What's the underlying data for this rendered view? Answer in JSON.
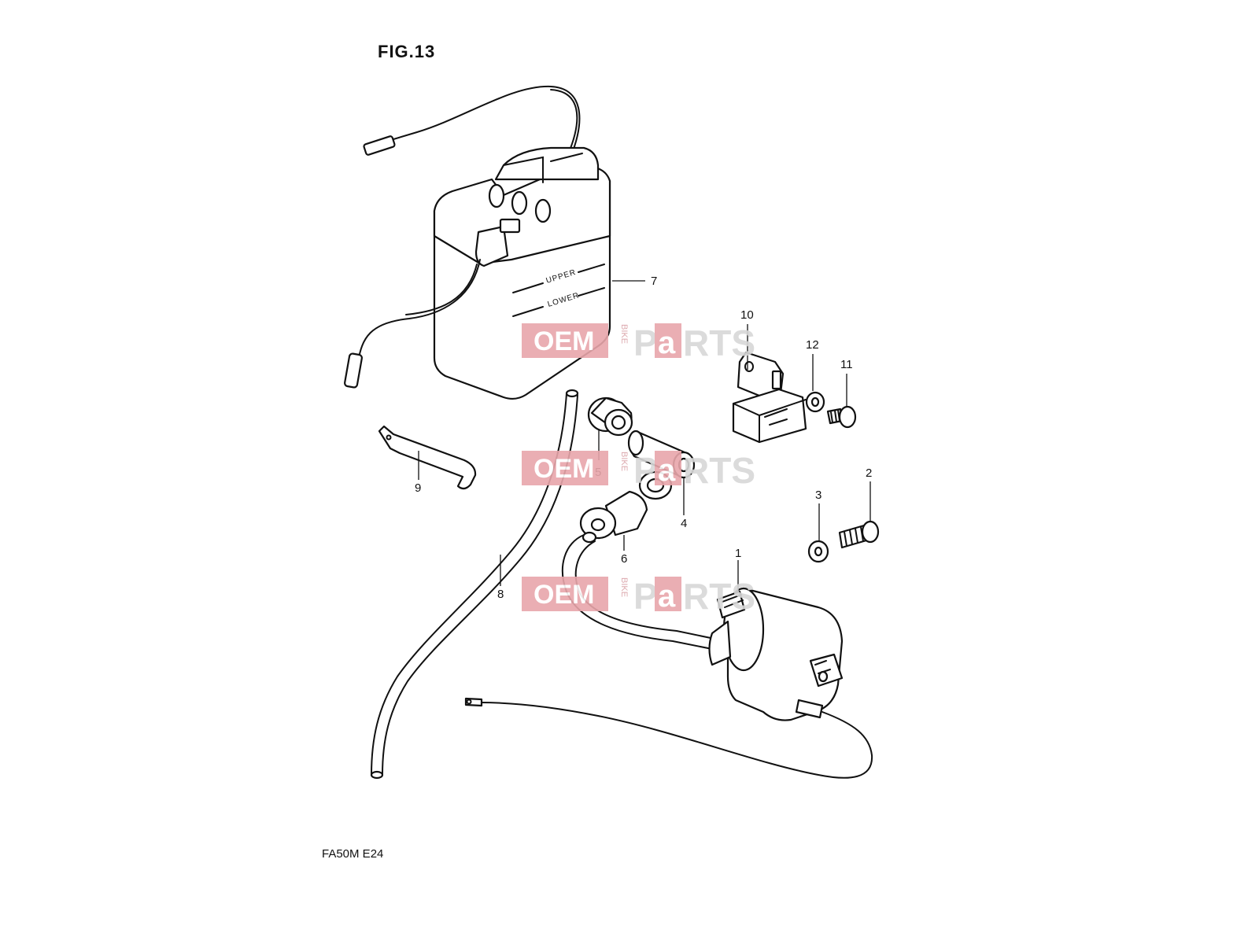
{
  "figure": {
    "title": "FIG.13",
    "model_code": "FA50M  E24",
    "battery_text": {
      "upper": "UPPER",
      "lower": "LOWER"
    }
  },
  "callouts": [
    {
      "id": "1",
      "label": "1"
    },
    {
      "id": "2",
      "label": "2"
    },
    {
      "id": "3",
      "label": "3"
    },
    {
      "id": "4",
      "label": "4"
    },
    {
      "id": "5",
      "label": "5"
    },
    {
      "id": "6",
      "label": "6"
    },
    {
      "id": "7",
      "label": "7"
    },
    {
      "id": "8",
      "label": "8"
    },
    {
      "id": "9",
      "label": "9"
    },
    {
      "id": "10",
      "label": "10"
    },
    {
      "id": "11",
      "label": "11"
    },
    {
      "id": "12",
      "label": "12"
    }
  ],
  "watermark": {
    "oem": "OEM",
    "bike": "BIKE",
    "parts_p": "P",
    "parts_a": "a",
    "parts_rts": "RTS",
    "colors": {
      "red": "#e8a6ab",
      "gray": "#d8d8d8"
    }
  }
}
